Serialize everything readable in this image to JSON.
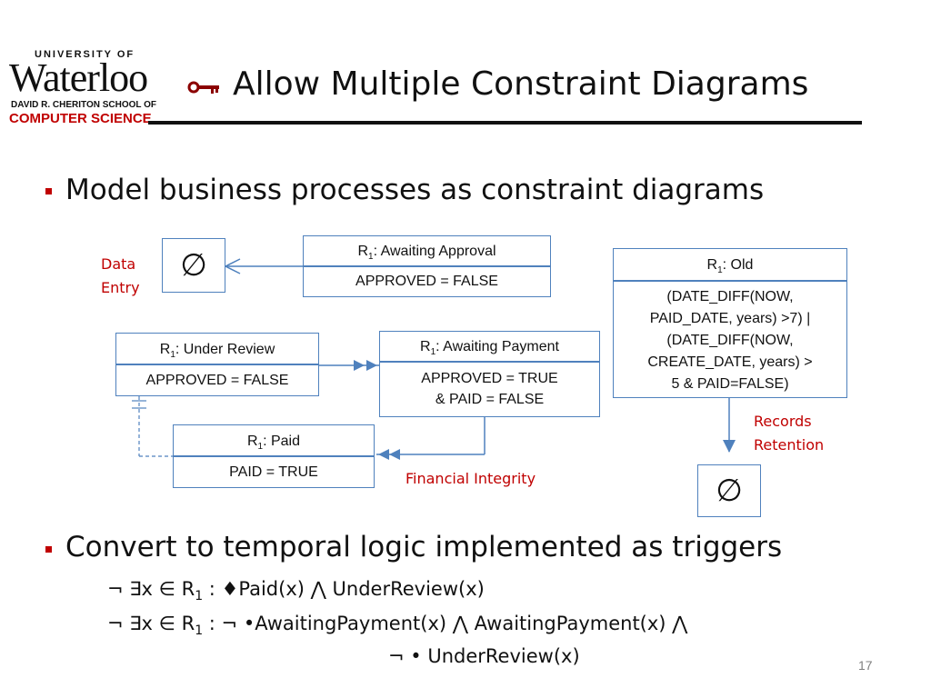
{
  "header": {
    "university_label": "UNIVERSITY OF",
    "university_name": "Waterloo",
    "school_line1": "DAVID R. CHERITON SCHOOL OF",
    "school_line2": "COMPUTER SCIENCE",
    "title": "Allow Multiple Constraint Diagrams",
    "title_icon": "key-icon"
  },
  "bullets": [
    {
      "text": "Model business processes as constraint diagrams"
    },
    {
      "text": "Convert to temporal logic implemented as triggers"
    }
  ],
  "diagram": {
    "empty_symbol": "∅",
    "labels": {
      "data_entry_1": "Data",
      "data_entry_2": "Entry",
      "records_retention_1": "Records",
      "records_retention_2": "Retention",
      "financial_integrity": "Financial Integrity"
    },
    "boxes": {
      "awaiting_approval": {
        "rel": "R",
        "sub": "1",
        "name": ": Awaiting Approval",
        "cond": [
          "APPROVED =  FALSE"
        ]
      },
      "old": {
        "rel": "R",
        "sub": "1",
        "name": ": Old",
        "cond": [
          "(DATE_DIFF(NOW,",
          "PAID_DATE, years) >7) |",
          "(DATE_DIFF(NOW,",
          "CREATE_DATE, years) >",
          "5 & PAID=FALSE)"
        ]
      },
      "under_review": {
        "rel": "R",
        "sub": "1",
        "name": ": Under Review",
        "cond": [
          "APPROVED =  FALSE"
        ]
      },
      "awaiting_payment": {
        "rel": "R",
        "sub": "1",
        "name": ": Awaiting Payment",
        "cond": [
          "APPROVED =  TRUE",
          "& PAID = FALSE"
        ]
      },
      "paid": {
        "rel": "R",
        "sub": "1",
        "name": ": Paid",
        "cond": [
          "PAID = TRUE"
        ]
      }
    }
  },
  "formulas": {
    "line1_prefix": "¬ ∃x ∈ R",
    "line1_sub": "1",
    "line1_suffix": " : ♦Paid(x) ⋀ UnderReview(x)",
    "line2_prefix": "¬ ∃x ∈ R",
    "line2_sub": "1",
    "line2_suffix": " : ¬ •AwaitingPayment(x) ⋀ AwaitingPayment(x) ⋀",
    "line3": "¬ • UnderReview(x)"
  },
  "footer": {
    "page_number": "17"
  },
  "colors": {
    "accent_red": "#c00000",
    "diagram_blue": "#4f81bd",
    "dark_red": "#8b0000"
  }
}
